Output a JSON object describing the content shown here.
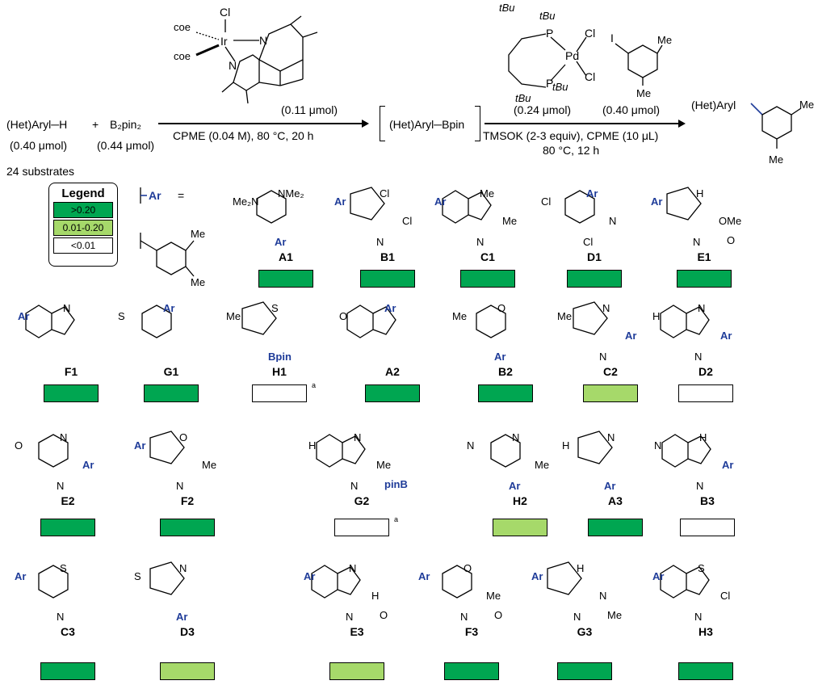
{
  "colors": {
    "high": "#00a651",
    "mid": "#a6d96a",
    "low": "#ffffff",
    "aryl": "#1f3c99"
  },
  "reaction": {
    "reactant1": "(Het)Aryl─H",
    "reactant1_amount": "(0.40 μmol)",
    "plus": "+",
    "reagent": "B₂pin₂",
    "reagent_amount": "(0.44 μmol)",
    "ir_cat_amount": "(0.11 μmol)",
    "step1_conditions": "CPME (0.04 M), 80 °C, 20 h",
    "intermediate": "(Het)Aryl─Bpin",
    "pd_cat_amount": "(0.24 μmol)",
    "aryl_iodide_amount": "(0.40 μmol)",
    "step2_conditions_1": "TMSOK (2-3 equiv), CPME (10 μL)",
    "step2_conditions_2": "80 °C, 12 h",
    "product_label": "(Het)Aryl",
    "ir_labels": {
      "cl": "Cl",
      "coe1": "coe",
      "coe2": "coe",
      "ir": "Ir",
      "n1": "N",
      "n2": "N"
    },
    "pd_labels": {
      "tbu1": "tBu",
      "tbu2": "tBu",
      "tbu3": "tBu",
      "tbu4": "tBu",
      "p1": "P",
      "p2": "P",
      "pd": "Pd",
      "cl1": "Cl",
      "cl2": "Cl"
    },
    "ai_labels": {
      "i": "I",
      "me1": "Me",
      "me2": "Me"
    },
    "prod_labels": {
      "me1": "Me",
      "me2": "Me"
    }
  },
  "substrate_count": "24 substrates",
  "legend": {
    "title": "Legend",
    "high": ">0.20",
    "mid": "0.01-0.20",
    "low": "<0.01"
  },
  "ar_definition": {
    "ar": "Ar",
    "equals": "=",
    "me1": "Me",
    "me2": "Me"
  },
  "substrates": [
    {
      "label": "A1",
      "result": "high"
    },
    {
      "label": "B1",
      "result": "high"
    },
    {
      "label": "C1",
      "result": "high"
    },
    {
      "label": "D1",
      "result": "high"
    },
    {
      "label": "E1",
      "result": "high"
    },
    {
      "label": "F1",
      "result": "high"
    },
    {
      "label": "G1",
      "result": "high"
    },
    {
      "label": "H1",
      "result": "low",
      "note": "a"
    },
    {
      "label": "A2",
      "result": "high"
    },
    {
      "label": "B2",
      "result": "high"
    },
    {
      "label": "C2",
      "result": "mid"
    },
    {
      "label": "D2",
      "result": "low"
    },
    {
      "label": "E2",
      "result": "high"
    },
    {
      "label": "F2",
      "result": "high"
    },
    {
      "label": "G2",
      "result": "low",
      "note": "a"
    },
    {
      "label": "H2",
      "result": "mid"
    },
    {
      "label": "A3",
      "result": "high"
    },
    {
      "label": "B3",
      "result": "low"
    },
    {
      "label": "C3",
      "result": "high"
    },
    {
      "label": "D3",
      "result": "mid"
    },
    {
      "label": "E3",
      "result": "mid"
    },
    {
      "label": "F3",
      "result": "high"
    },
    {
      "label": "G3",
      "result": "high"
    },
    {
      "label": "H3",
      "result": "high"
    }
  ],
  "atoms": {
    "A1": [
      "Me₂N",
      "NMe₂",
      "Ar"
    ],
    "B1": [
      "Ar",
      "Cl",
      "N",
      "Cl"
    ],
    "C1": [
      "Ar",
      "Me",
      "N",
      "Me"
    ],
    "D1": [
      "Cl",
      "Ar",
      "Cl",
      "N"
    ],
    "E1": [
      "Ar",
      "H",
      "N",
      "OMe",
      "O"
    ],
    "F1": [
      "Ar",
      "N"
    ],
    "G1": [
      "S",
      "Ar"
    ],
    "H1": [
      "Me",
      "S",
      "Bpin"
    ],
    "A2": [
      "O",
      "Ar"
    ],
    "B2": [
      "Me",
      "O",
      "Ar"
    ],
    "C2": [
      "Me",
      "N",
      "N",
      "Ar"
    ],
    "D2": [
      "H",
      "N",
      "N",
      "Ar"
    ],
    "E2": [
      "O",
      "N",
      "N",
      "Ar"
    ],
    "F2": [
      "Ar",
      "O",
      "N",
      "Me"
    ],
    "G2": [
      "H",
      "N",
      "N",
      "Me",
      "pinB"
    ],
    "H2": [
      "N",
      "N",
      "Ar",
      "Me"
    ],
    "A3": [
      "H",
      "N",
      "Ar"
    ],
    "B3": [
      "N",
      "H",
      "N",
      "Ar"
    ],
    "C3": [
      "Ar",
      "S",
      "N"
    ],
    "D3": [
      "S",
      "N",
      "Ar"
    ],
    "E3": [
      "Ar",
      "N",
      "N",
      "H",
      "O"
    ],
    "F3": [
      "Ar",
      "O",
      "N",
      "Me",
      "O"
    ],
    "G3": [
      "Ar",
      "H",
      "N",
      "N",
      "Me"
    ],
    "H3": [
      "Ar",
      "S",
      "N",
      "Cl"
    ]
  }
}
